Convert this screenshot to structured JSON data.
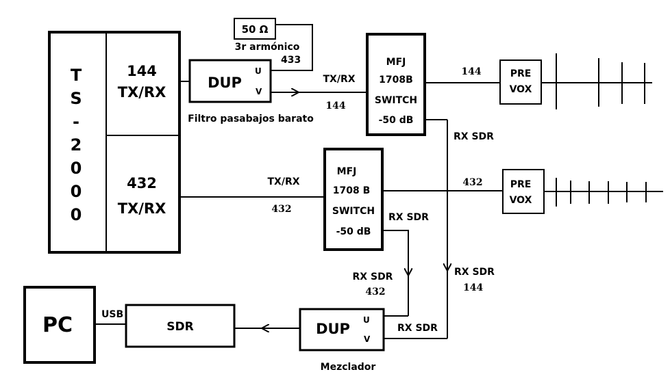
{
  "radio": {
    "name_chars": [
      "T",
      "S",
      "-",
      "2",
      "0",
      "0",
      "0"
    ],
    "band144_line1": "144",
    "band144_line2": "TX/RX",
    "band432_line1": "432",
    "band432_line2": "TX/RX"
  },
  "resistor": {
    "label": "50 Ω",
    "caption": "3r armónico",
    "freq": "433"
  },
  "dup_top": {
    "label": "DUP",
    "port_u": "U",
    "port_v": "V",
    "caption": "Filtro pasabajos barato"
  },
  "link_144": {
    "label_tx": "TX/RX",
    "label_freq": "144"
  },
  "link_432": {
    "label_tx": "TX/RX",
    "label_freq": "432"
  },
  "switch_top": {
    "line1": "MFJ",
    "line2": "1708B",
    "line3": "SWITCH",
    "line4": "-50 dB"
  },
  "switch_bottom": {
    "line1": "MFJ",
    "line2": "1708 B",
    "line3": "SWITCH",
    "line4": "-50 dB"
  },
  "antenna_144": {
    "freq": "144",
    "prevox_line1": "PRE",
    "prevox_line2": "VOX"
  },
  "antenna_432": {
    "freq": "432",
    "prevox_line1": "PRE",
    "prevox_line2": "VOX"
  },
  "rx_labels": {
    "top_right": "RX SDR",
    "bottom_switch": "RX SDR",
    "rx432_line1": "RX SDR",
    "rx432_line2": "432",
    "rx144_line1": "RX SDR",
    "rx144_line2": "144",
    "mixer_input": "RX SDR"
  },
  "dup_bottom": {
    "label": "DUP",
    "port_u": "U",
    "port_v": "V",
    "caption": "Mezclador"
  },
  "sdr": {
    "label": "SDR"
  },
  "pc": {
    "label": "PC",
    "link_label": "USB"
  }
}
